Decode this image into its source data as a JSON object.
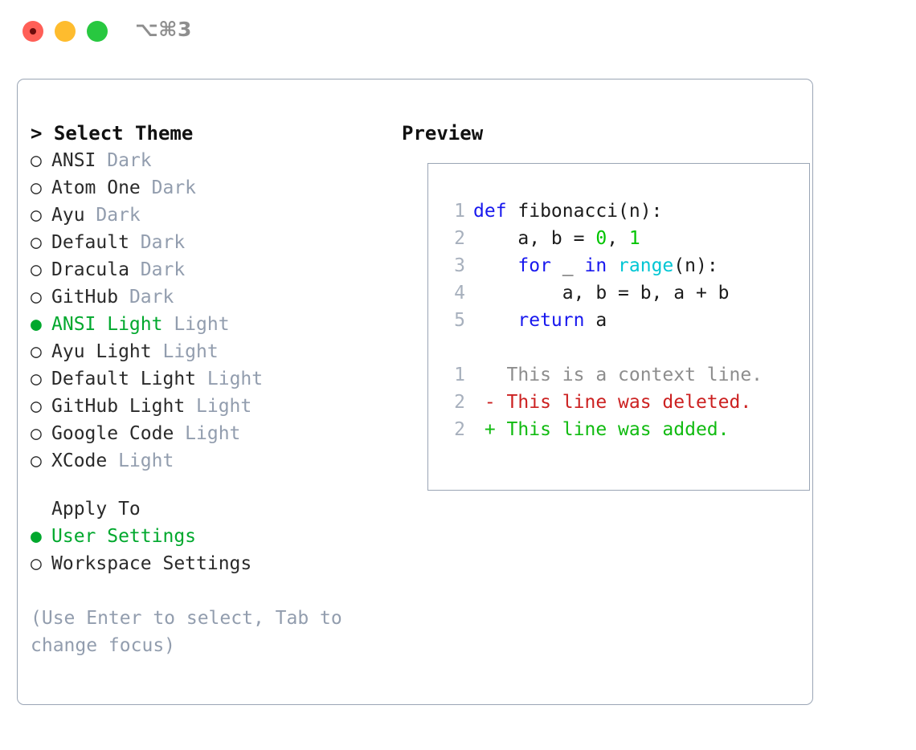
{
  "titlebar": {
    "shortcut": "⌥⌘3",
    "buttons": [
      {
        "name": "close",
        "color": "#ff5f57"
      },
      {
        "name": "minimize",
        "color": "#febc2e"
      },
      {
        "name": "maximize",
        "color": "#28c840"
      }
    ]
  },
  "theme_panel": {
    "heading": "> Select Theme",
    "selected_marker": "●",
    "unselected_marker": "○",
    "items": [
      {
        "marker": "○",
        "label": "ANSI",
        "suffix": "Dark",
        "selected": false
      },
      {
        "marker": "○",
        "label": "Atom One",
        "suffix": "Dark",
        "selected": false
      },
      {
        "marker": "○",
        "label": "Ayu",
        "suffix": "Dark",
        "selected": false
      },
      {
        "marker": "○",
        "label": "Default",
        "suffix": "Dark",
        "selected": false
      },
      {
        "marker": "○",
        "label": "Dracula",
        "suffix": "Dark",
        "selected": false
      },
      {
        "marker": "○",
        "label": "GitHub",
        "suffix": "Dark",
        "selected": false
      },
      {
        "marker": "●",
        "label": "ANSI Light",
        "suffix": "Light",
        "selected": true
      },
      {
        "marker": "○",
        "label": "Ayu Light",
        "suffix": "Light",
        "selected": false
      },
      {
        "marker": "○",
        "label": "Default Light",
        "suffix": "Light",
        "selected": false
      },
      {
        "marker": "○",
        "label": "GitHub Light",
        "suffix": "Light",
        "selected": false
      },
      {
        "marker": "○",
        "label": "Google Code",
        "suffix": "Light",
        "selected": false
      },
      {
        "marker": "○",
        "label": "XCode",
        "suffix": "Light",
        "selected": false
      }
    ]
  },
  "apply_to": {
    "heading": "Apply To",
    "items": [
      {
        "marker": "●",
        "label": "User Settings",
        "selected": true
      },
      {
        "marker": "○",
        "label": "Workspace Settings",
        "selected": false
      }
    ]
  },
  "hint": "(Use Enter to select, Tab to change focus)",
  "preview": {
    "heading": "Preview",
    "code_lines": [
      {
        "n": "1",
        "parts": [
          {
            "t": "def ",
            "c": "kw"
          },
          {
            "t": "fibonacci(n):",
            "c": "txt"
          }
        ]
      },
      {
        "n": "2",
        "parts": [
          {
            "t": "    a, b = ",
            "c": "txt"
          },
          {
            "t": "0",
            "c": "num"
          },
          {
            "t": ", ",
            "c": "txt"
          },
          {
            "t": "1",
            "c": "num"
          }
        ]
      },
      {
        "n": "3",
        "parts": [
          {
            "t": "    ",
            "c": "txt"
          },
          {
            "t": "for",
            "c": "kw"
          },
          {
            "t": " _ ",
            "c": "txt"
          },
          {
            "t": "in",
            "c": "kw"
          },
          {
            "t": " ",
            "c": "txt"
          },
          {
            "t": "range",
            "c": "fn"
          },
          {
            "t": "(n):",
            "c": "txt"
          }
        ]
      },
      {
        "n": "4",
        "parts": [
          {
            "t": "        a, b = b, a + b",
            "c": "txt"
          }
        ]
      },
      {
        "n": "5",
        "parts": [
          {
            "t": "    ",
            "c": "txt"
          },
          {
            "t": "return",
            "c": "kw"
          },
          {
            "t": " a",
            "c": "txt"
          }
        ]
      }
    ],
    "diff_lines": [
      {
        "n": "1",
        "parts": [
          {
            "t": "   This is a context line.",
            "c": "ctx"
          }
        ]
      },
      {
        "n": "2",
        "parts": [
          {
            "t": " - This line was deleted.",
            "c": "del"
          }
        ]
      },
      {
        "n": "2",
        "parts": [
          {
            "t": " + This line was added.",
            "c": "add"
          }
        ]
      }
    ]
  },
  "colors": {
    "accent_green": "#00a82d",
    "muted": "#929dae",
    "border": "#9aa5b5",
    "keyword": "#1818ee",
    "number": "#00c400",
    "function": "#00c6d4",
    "diff_deleted": "#cc2121",
    "diff_added": "#11bb11"
  }
}
